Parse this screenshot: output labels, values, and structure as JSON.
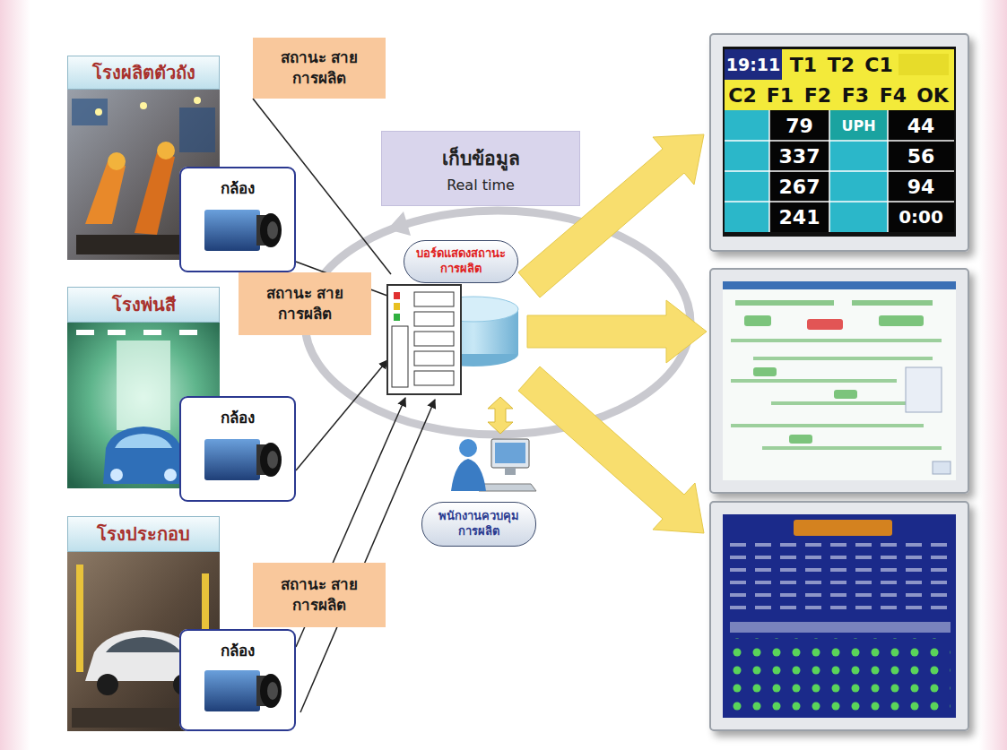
{
  "diagram": {
    "nodes": [
      {
        "text": [
          "โรงผลิตตัวถัง"
        ]
      },
      {
        "text": [
          "สถานะ สายการผลิต"
        ]
      },
      {
        "text": [
          "กล้อง"
        ]
      },
      {
        "text": [
          "โรงพ่นสี"
        ]
      },
      {
        "text": [
          "สถานะ สายการผลิต"
        ]
      },
      {
        "text": [
          "กล้อง"
        ]
      },
      {
        "text": [
          "โรงประกอบ"
        ]
      },
      {
        "text": [
          "สถานะ สายการผลิต"
        ]
      },
      {
        "text": [
          "กล้อง"
        ]
      },
      {
        "text": [
          "เก็บข้อมูล",
          "Real time"
        ]
      },
      {
        "text": [
          "บอร์ดแสดงสถานะ การผลิต"
        ]
      },
      {
        "text": [
          "พนักงานควบคุม การผลิต"
        ]
      }
    ],
    "labels": [
      "19:11",
      "T1",
      "T2",
      "C1",
      "C2",
      "F1",
      "F2",
      "F3",
      "F4",
      "OK",
      "79",
      "UPH",
      "44",
      "337",
      "56",
      "267",
      "94",
      "241",
      "0:00"
    ]
  }
}
